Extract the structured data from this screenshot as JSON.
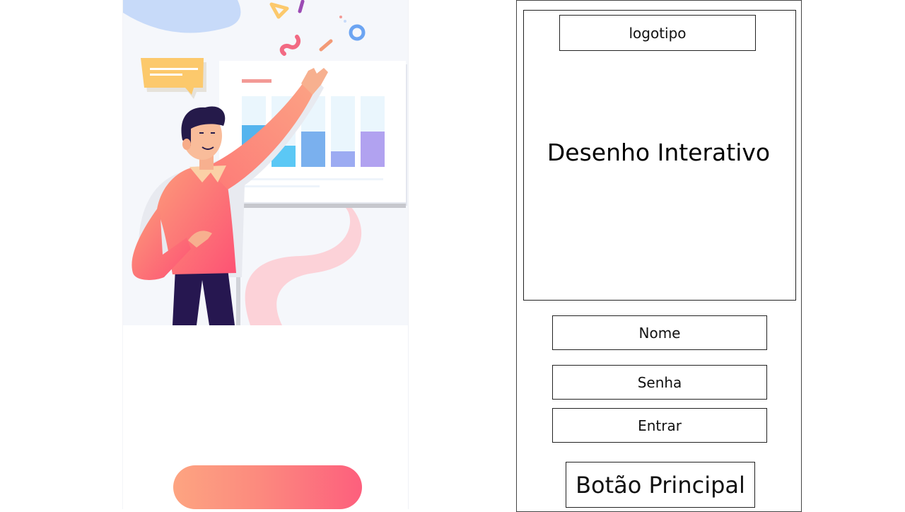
{
  "wireframe": {
    "logo_label": "logotipo",
    "drawing_label": "Desenho Interativo",
    "name_field": "Nome",
    "password_field": "Senha",
    "enter_button": "Entrar",
    "main_button": "Botão Principal"
  },
  "mockup": {
    "primary_button_colors": [
      "#fda481",
      "#fd5f7d"
    ],
    "chart_colors": [
      "#55b4ee",
      "#5bc8f5",
      "#7ab0ee",
      "#9cabf2",
      "#b1a2f0"
    ]
  }
}
